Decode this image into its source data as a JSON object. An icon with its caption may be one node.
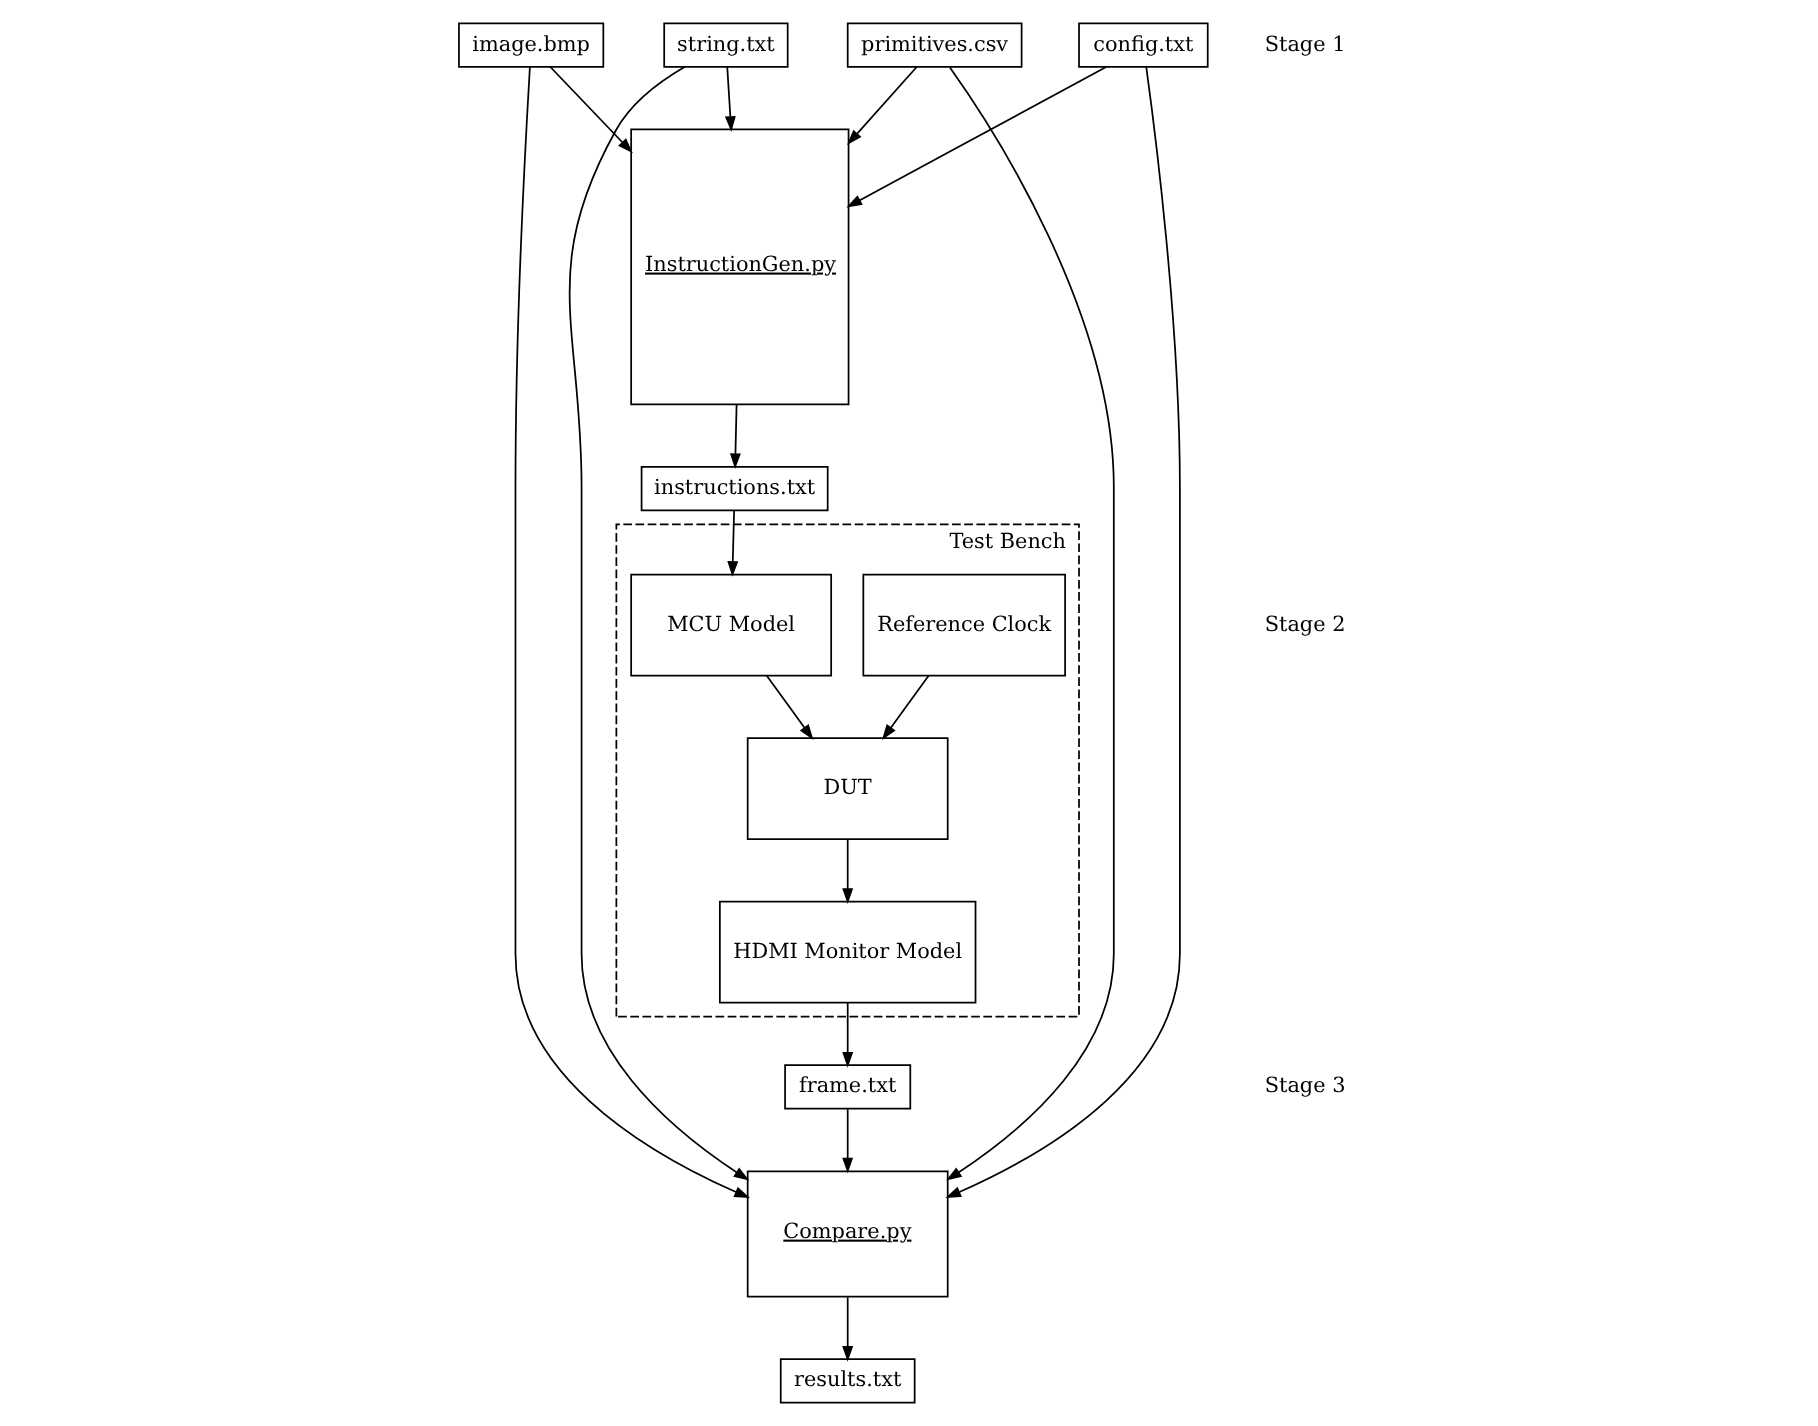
{
  "diagram": {
    "nodes": [
      {
        "text": [
          "image.bmp"
        ]
      },
      {
        "text": [
          "string.txt"
        ]
      },
      {
        "text": [
          "primitives.csv"
        ]
      },
      {
        "text": [
          "config.txt"
        ]
      },
      {
        "text": [
          "InstructionGen.py"
        ]
      },
      {
        "text": [
          "instructions.txt"
        ]
      },
      {
        "text": [
          "Test Bench"
        ]
      },
      {
        "text": [
          "Reference Clock"
        ],
        "in": 6
      },
      {
        "text": [
          "HDMI Monitor Model"
        ],
        "in": 6
      },
      {
        "text": [
          "DUT"
        ],
        "in": 6
      },
      {
        "text": [
          "MCU Model"
        ],
        "in": 6
      },
      {
        "text": [
          "frame.txt"
        ]
      },
      {
        "text": [
          "Compare.py"
        ]
      },
      {
        "text": [
          "results.txt"
        ]
      }
    ],
    "edges": [
      {
        "from": 0,
        "to": 4,
        "arrow": "to"
      },
      {
        "from": 1,
        "to": 4,
        "arrow": "to"
      },
      {
        "from": 2,
        "to": 4,
        "arrow": "to"
      },
      {
        "from": 3,
        "to": 4,
        "arrow": "to"
      },
      {
        "from": 4,
        "to": 5,
        "arrow": "to"
      },
      {
        "from": 5,
        "to": 10,
        "arrow": "to"
      },
      {
        "from": 7,
        "to": 9,
        "arrow": "to"
      },
      {
        "from": 10,
        "to": 9,
        "arrow": "to"
      },
      {
        "from": 9,
        "to": 8,
        "arrow": "to"
      },
      {
        "from": 8,
        "to": 11,
        "arrow": "to"
      },
      {
        "from": 11,
        "to": 12,
        "arrow": "to"
      },
      {
        "from": 3,
        "to": 12,
        "arrow": "to"
      },
      {
        "from": 2,
        "to": 12,
        "arrow": "to"
      },
      {
        "from": 1,
        "to": 12,
        "arrow": "to"
      },
      {
        "from": 0,
        "to": 12,
        "arrow": "to"
      },
      {
        "from": 12,
        "to": 13,
        "arrow": "to"
      }
    ],
    "labels": [
      "Stage 1",
      "Stage 2",
      "Stage 3"
    ]
  }
}
